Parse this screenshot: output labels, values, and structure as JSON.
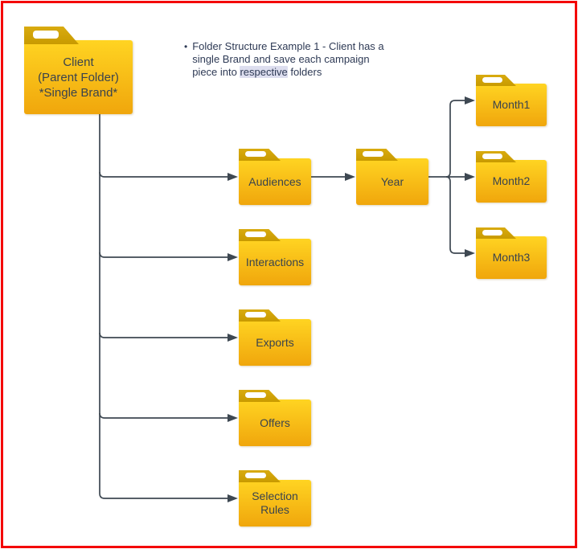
{
  "diagram": {
    "note": {
      "bullet": "•",
      "line1": "Folder Structure Example 1 - Client has a",
      "line2": "single Brand and save each campaign",
      "line3_before": "piece into ",
      "highlight": "respective",
      "line3_after": " folders"
    },
    "folders": {
      "client": {
        "label": "Client\n(Parent Folder)\n*Single Brand*"
      },
      "audiences": {
        "label": "Audiences"
      },
      "interactions": {
        "label": "Interactions"
      },
      "exports": {
        "label": "Exports"
      },
      "offers": {
        "label": "Offers"
      },
      "selection_rules": {
        "label": "Selection Rules"
      },
      "year": {
        "label": "Year"
      },
      "month1": {
        "label": "Month1"
      },
      "month2": {
        "label": "Month2"
      },
      "month3": {
        "label": "Month3"
      }
    },
    "colors": {
      "frame_border": "#f30000",
      "folder_body_top": "#ffd422",
      "folder_body_bottom": "#f0a60c",
      "folder_tab": "#cfa308",
      "folder_label": "#3a434d",
      "connector": "#3e4852",
      "note_text": "#2e3a55",
      "note_highlight_bg": "#dddeef"
    }
  }
}
